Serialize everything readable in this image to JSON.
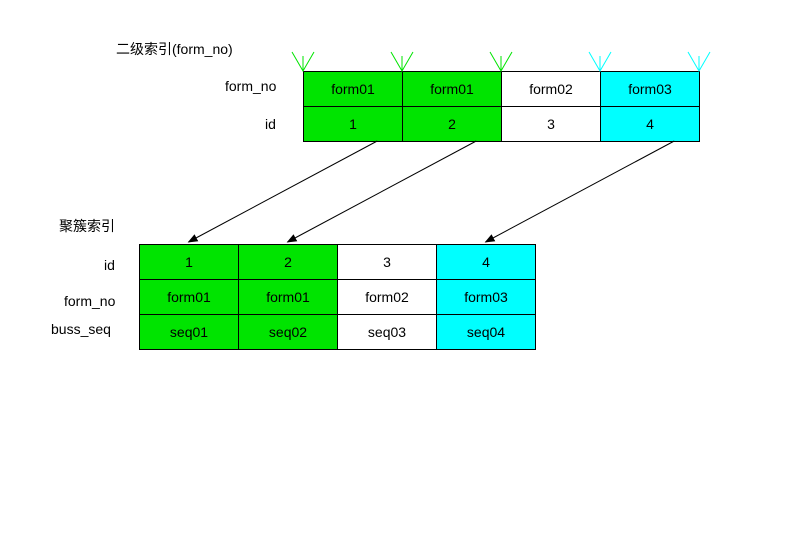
{
  "colors": {
    "green": "#00e400",
    "cyan": "#00ffff",
    "white": "#ffffff"
  },
  "secondary_index": {
    "title": "二级索引(form_no)",
    "row_labels": [
      "form_no",
      "id"
    ],
    "columns": [
      {
        "form_no": "form01",
        "id": "1",
        "color": "green"
      },
      {
        "form_no": "form01",
        "id": "2",
        "color": "green"
      },
      {
        "form_no": "form02",
        "id": "3",
        "color": "white"
      },
      {
        "form_no": "form03",
        "id": "4",
        "color": "cyan"
      }
    ]
  },
  "clustered_index": {
    "title": "聚簇索引",
    "row_labels": [
      "id",
      "form_no",
      "buss_seq"
    ],
    "columns": [
      {
        "id": "1",
        "form_no": "form01",
        "buss_seq": "seq01",
        "color": "green"
      },
      {
        "id": "2",
        "form_no": "form01",
        "buss_seq": "seq02",
        "color": "green"
      },
      {
        "id": "3",
        "form_no": "form02",
        "buss_seq": "seq03",
        "color": "white"
      },
      {
        "id": "4",
        "form_no": "form03",
        "buss_seq": "seq04",
        "color": "cyan"
      }
    ]
  },
  "pointers": [
    {
      "from": 1,
      "to": 1
    },
    {
      "from": 2,
      "to": 2
    },
    {
      "from": 4,
      "to": 4
    }
  ],
  "markers": [
    "green",
    "green",
    "green",
    "cyan",
    "cyan"
  ]
}
